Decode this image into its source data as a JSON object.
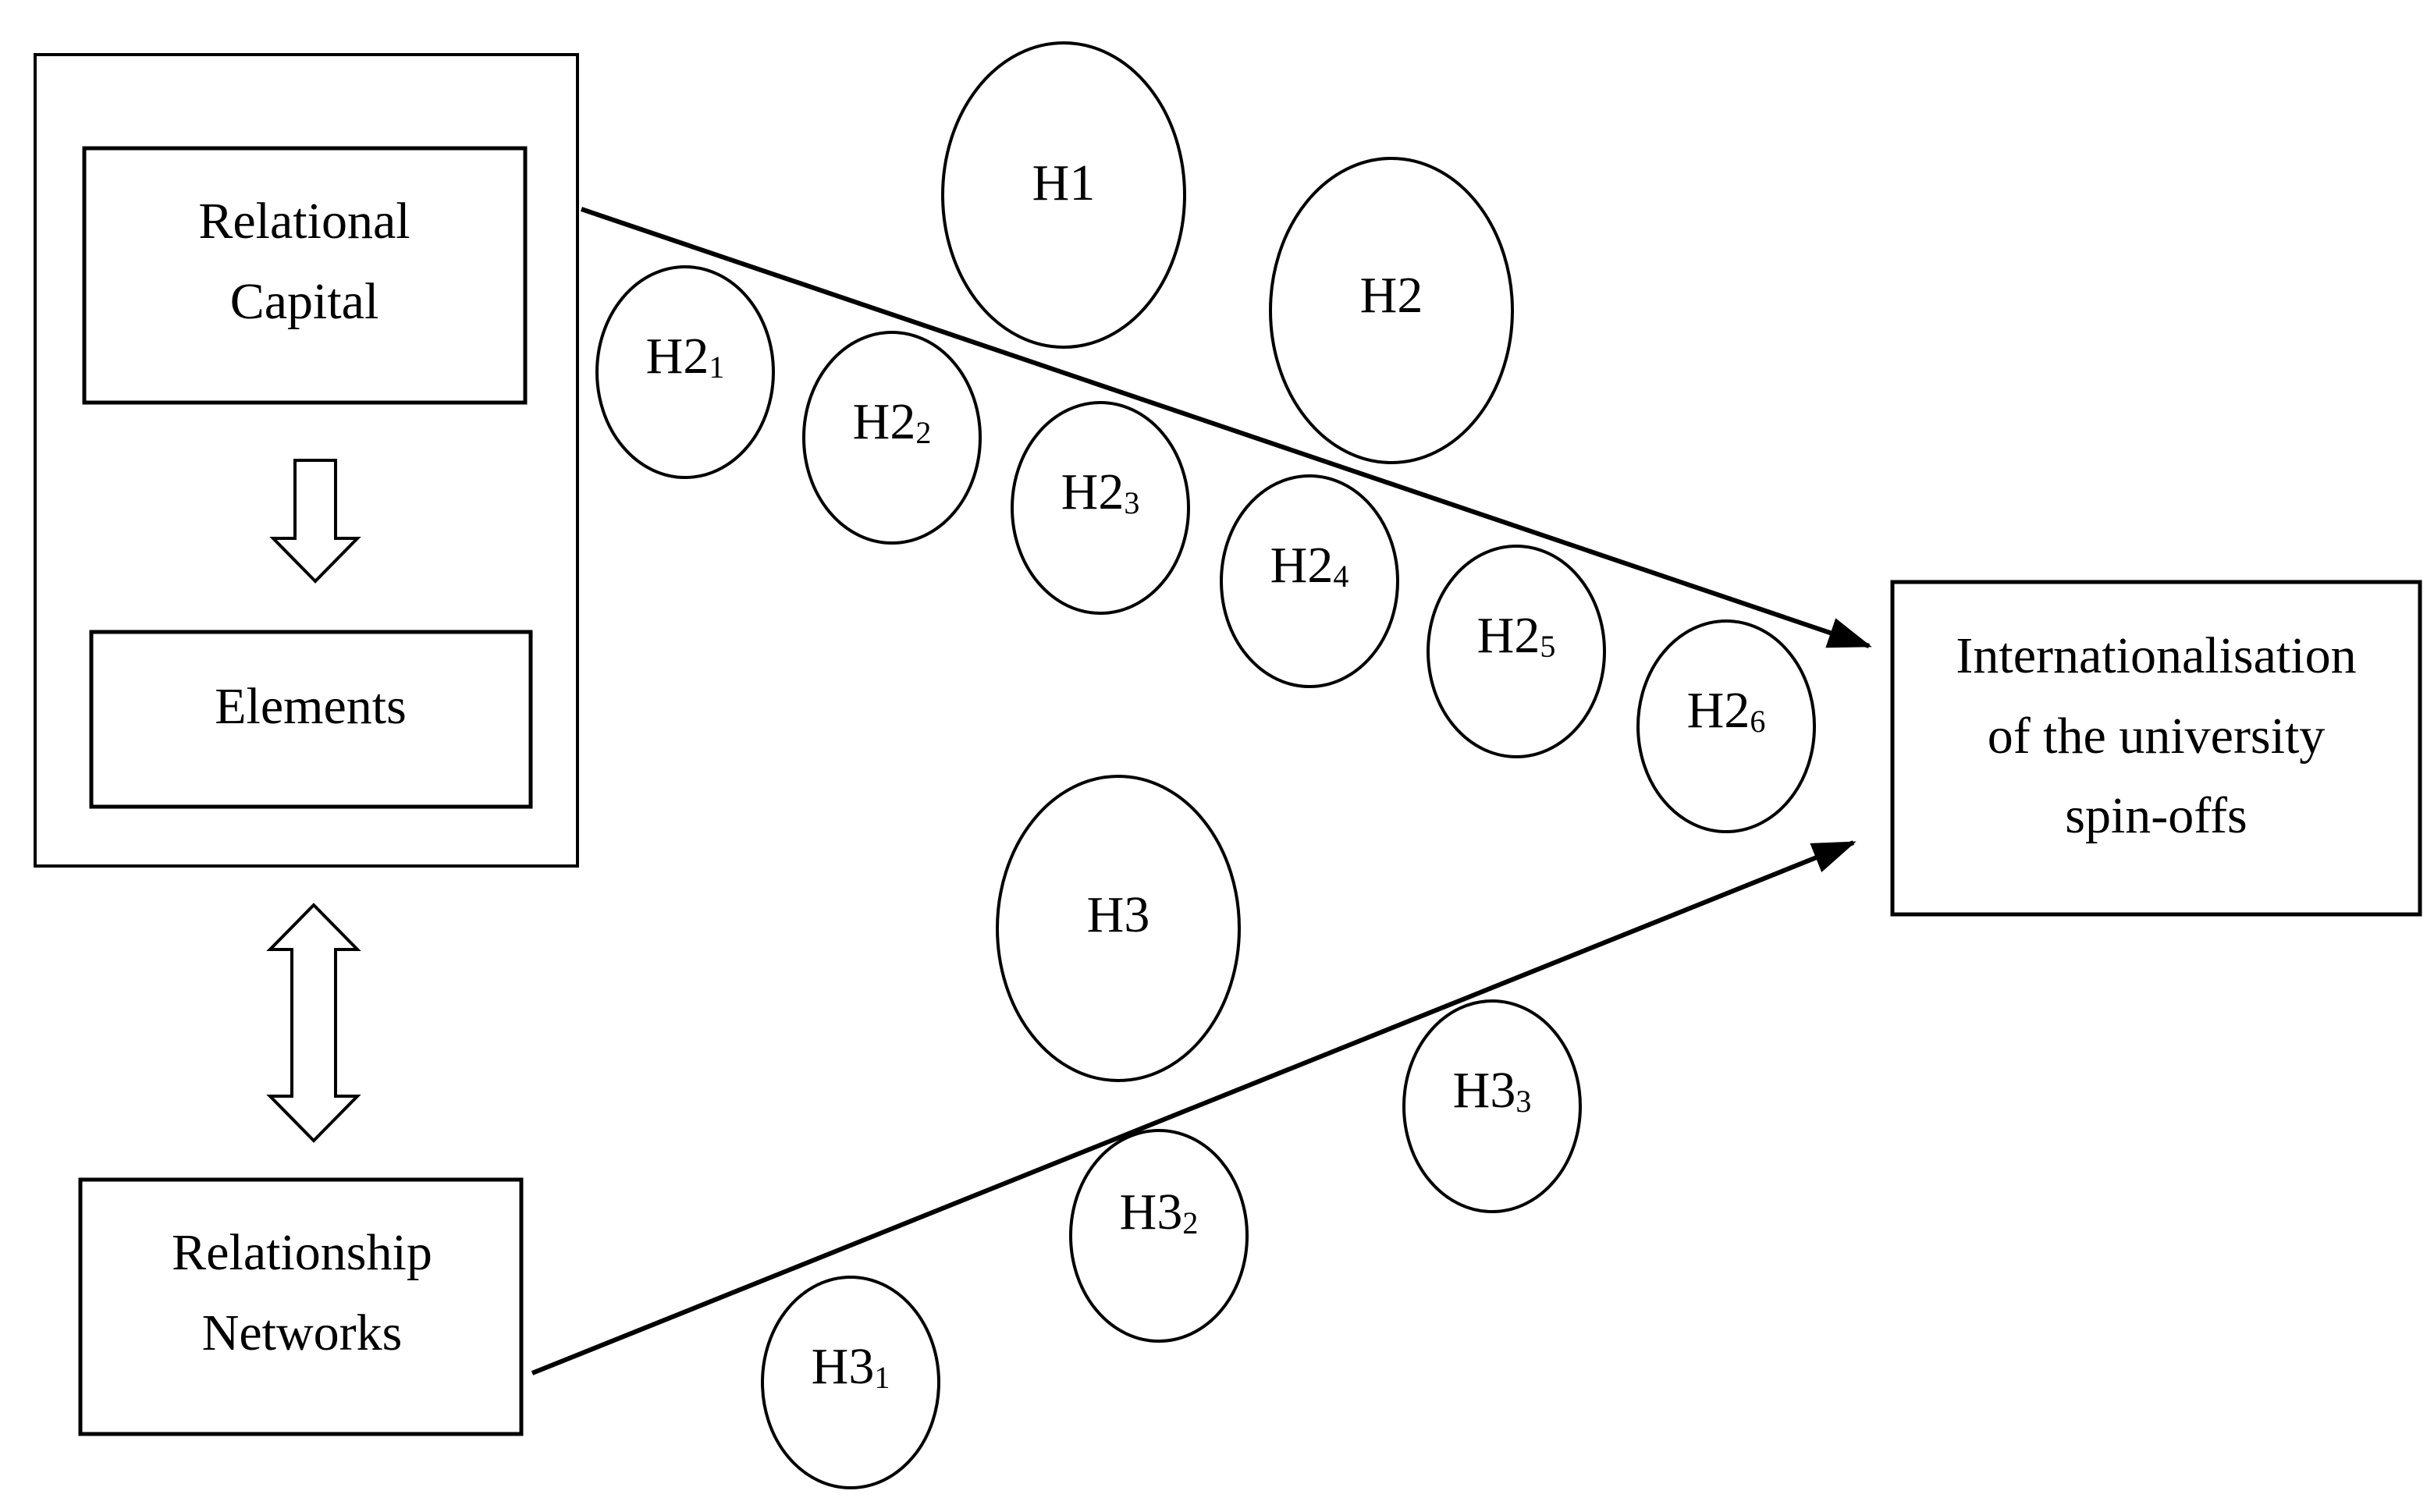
{
  "boxes": {
    "relational_capital": [
      "Relational",
      "Capital"
    ],
    "elements": [
      "Elements"
    ],
    "relationship_networks": [
      "Relationship",
      "Networks"
    ],
    "internationalisation": [
      "Internationalisation",
      "of the university",
      "spin-offs"
    ]
  },
  "hypotheses": {
    "h1": {
      "main": "H1",
      "sub": ""
    },
    "h2": {
      "main": "H2",
      "sub": ""
    },
    "h2_1": {
      "main": "H2",
      "sub": "1"
    },
    "h2_2": {
      "main": "H2",
      "sub": "2"
    },
    "h2_3": {
      "main": "H2",
      "sub": "3"
    },
    "h2_4": {
      "main": "H2",
      "sub": "4"
    },
    "h2_5": {
      "main": "H2",
      "sub": "5"
    },
    "h2_6": {
      "main": "H2",
      "sub": "6"
    },
    "h3": {
      "main": "H3",
      "sub": ""
    },
    "h3_1": {
      "main": "H3",
      "sub": "1"
    },
    "h3_2": {
      "main": "H3",
      "sub": "2"
    },
    "h3_3": {
      "main": "H3",
      "sub": "3"
    }
  }
}
